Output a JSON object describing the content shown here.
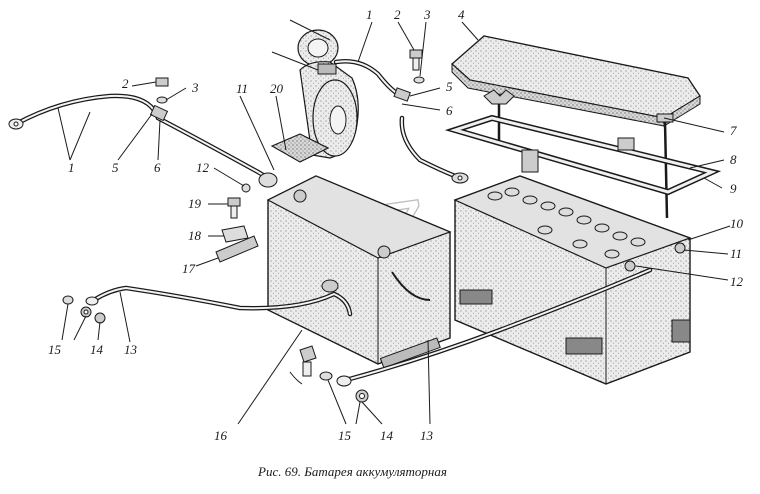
{
  "caption": "Рис. 69. Батарея аккумуляторная",
  "watermark": "GAZ",
  "callouts": [
    {
      "id": "c1a",
      "label": "1"
    },
    {
      "id": "c2a",
      "label": "2"
    },
    {
      "id": "c3a",
      "label": "3"
    },
    {
      "id": "c4",
      "label": "4"
    },
    {
      "id": "c2b",
      "label": "2"
    },
    {
      "id": "c3b",
      "label": "3"
    },
    {
      "id": "c20",
      "label": "20"
    },
    {
      "id": "c11a",
      "label": "11"
    },
    {
      "id": "c5a",
      "label": "5"
    },
    {
      "id": "c6a",
      "label": "6"
    },
    {
      "id": "c7",
      "label": "7"
    },
    {
      "id": "c1b",
      "label": "1"
    },
    {
      "id": "c5b",
      "label": "5"
    },
    {
      "id": "c6b",
      "label": "6"
    },
    {
      "id": "c12a",
      "label": "12"
    },
    {
      "id": "c8",
      "label": "8"
    },
    {
      "id": "c9",
      "label": "9"
    },
    {
      "id": "c19",
      "label": "19"
    },
    {
      "id": "c10",
      "label": "10"
    },
    {
      "id": "c18",
      "label": "18"
    },
    {
      "id": "c11b",
      "label": "11"
    },
    {
      "id": "c17",
      "label": "17"
    },
    {
      "id": "c12b",
      "label": "12"
    },
    {
      "id": "c15a",
      "label": "15"
    },
    {
      "id": "c14a",
      "label": "14"
    },
    {
      "id": "c13a",
      "label": "13"
    },
    {
      "id": "c16",
      "label": "16"
    },
    {
      "id": "c15b",
      "label": "15"
    },
    {
      "id": "c14b",
      "label": "14"
    },
    {
      "id": "c13b",
      "label": "13"
    }
  ]
}
